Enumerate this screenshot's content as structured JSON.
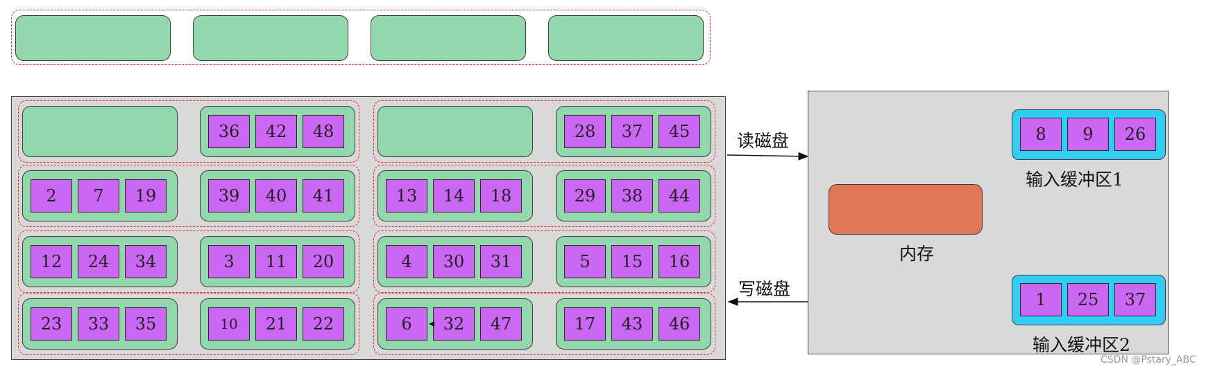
{
  "disk": {
    "blocks": [
      [
        [],
        [
          "36",
          "42",
          "48"
        ],
        [],
        [
          "28",
          "37",
          "45"
        ]
      ],
      [
        [
          "2",
          "7",
          "19"
        ],
        [
          "39",
          "40",
          "41"
        ],
        [
          "13",
          "14",
          "18"
        ],
        [
          "29",
          "38",
          "44"
        ]
      ],
      [
        [
          "12",
          "24",
          "34"
        ],
        [
          "3",
          "11",
          "20"
        ],
        [
          "4",
          "30",
          "31"
        ],
        [
          "5",
          "15",
          "16"
        ]
      ],
      [
        [
          "23",
          "33",
          "35"
        ],
        [
          "10",
          "21",
          "22"
        ],
        [
          "6",
          "32",
          "47"
        ],
        [
          "17",
          "43",
          "46"
        ]
      ]
    ]
  },
  "arrows": {
    "read_label": "读磁盘",
    "write_label": "写磁盘"
  },
  "memory": {
    "label": "内存",
    "buffer1": {
      "label": "输入缓冲区1",
      "values": [
        "8",
        "9",
        "26"
      ]
    },
    "buffer2": {
      "label": "输入缓冲区2",
      "values": [
        "1",
        "25",
        "37"
      ]
    }
  },
  "watermark": "CSDN @Pstary_ABC",
  "colors": {
    "block_green": "#93d7ac",
    "record_purple": "#cc66f5",
    "buffer_cyan": "#33ccf4",
    "memory_orange": "#e27758",
    "panel_gray": "#d9d9d9",
    "dash_red": "#e8232a"
  }
}
